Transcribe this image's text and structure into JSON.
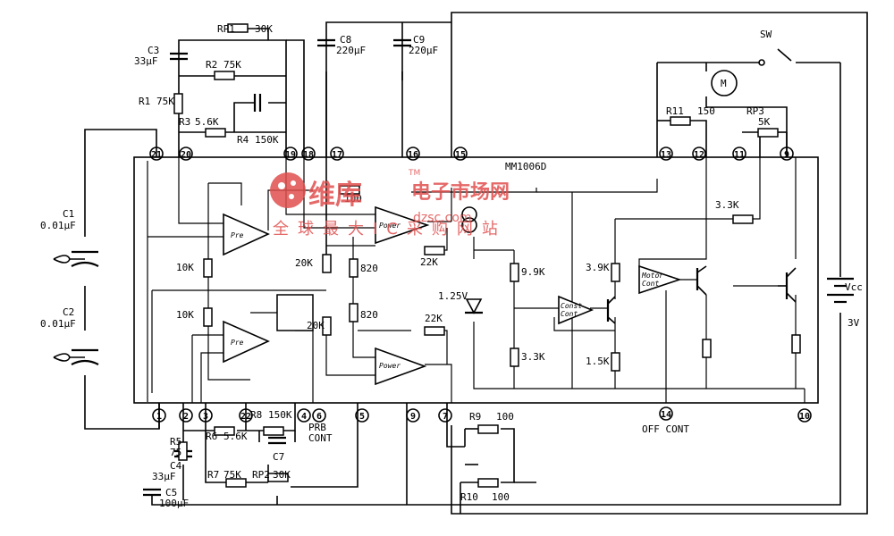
{
  "ic": {
    "part": "MM1006D"
  },
  "watermark": {
    "brand": "维库",
    "site": "电子市场网",
    "url": "dzsc.com",
    "slogan": "全球最大IC采购网站",
    "tm": "TM"
  },
  "blocks": {
    "pre": "Pre",
    "power": "Power",
    "const": "Const",
    "motor": "Motor",
    "ctrl": "Cont"
  },
  "pins": [
    "1",
    "2",
    "3",
    "4",
    "5",
    "6",
    "7",
    "9",
    "10",
    "11",
    "12",
    "13",
    "14",
    "15",
    "16",
    "17",
    "18",
    "19",
    "20",
    "21",
    "22"
  ],
  "components": {
    "rp1": "RP1",
    "rp1_val": "30K",
    "c3": "C3",
    "c3_val": "33μF",
    "r2": "R2",
    "r2_val": "75K",
    "r1": "R1",
    "r1_val": "75K",
    "r3": "R3",
    "r3_val": "5.6K",
    "r4": "R4",
    "r4_val": "150K",
    "c8": "C8",
    "c8_val": "220μF",
    "c9": "C9",
    "c9_val": "220μF",
    "sw": "SW",
    "motor": "M",
    "r11": "R11",
    "r11_val": "150",
    "rp3": "RP3",
    "rp3_val": "5K",
    "c1": "C1",
    "c1_val": "0.01μF",
    "c2": "C2",
    "c2_val": "0.01μF",
    "r100": "100",
    "r10k_a": "10K",
    "r10k_b": "10K",
    "r20k_a": "20K",
    "r20k_b": "20K",
    "r820_a": "820",
    "r820_b": "820",
    "r22k_a": "22K",
    "r22k_b": "22K",
    "v125": "1.25V",
    "r9_9k": "9.9K",
    "r3_3k_a": "3.3K",
    "r3_9k": "3.9K",
    "r1_5k": "1.5K",
    "r3_3k_b": "3.3K",
    "vcc": "Vcc",
    "v3": "3V",
    "r8": "R8",
    "r8_val": "150K",
    "r6": "R6",
    "r6_val": "5.6K",
    "r5": "R5",
    "r5_val": "75",
    "c7": "C7",
    "c4": "C4",
    "c4_val": "33μF",
    "r7": "R7",
    "r7_val": "75K",
    "rp2": "RP2",
    "rp2_val": "30K",
    "c5": "C5",
    "c5_val": "100μF",
    "r9": "R9",
    "r9_val": "100",
    "r10": "R10",
    "r10_val": "100",
    "prb": "PRB",
    "cont": "CONT",
    "offcont": "OFF CONT"
  }
}
